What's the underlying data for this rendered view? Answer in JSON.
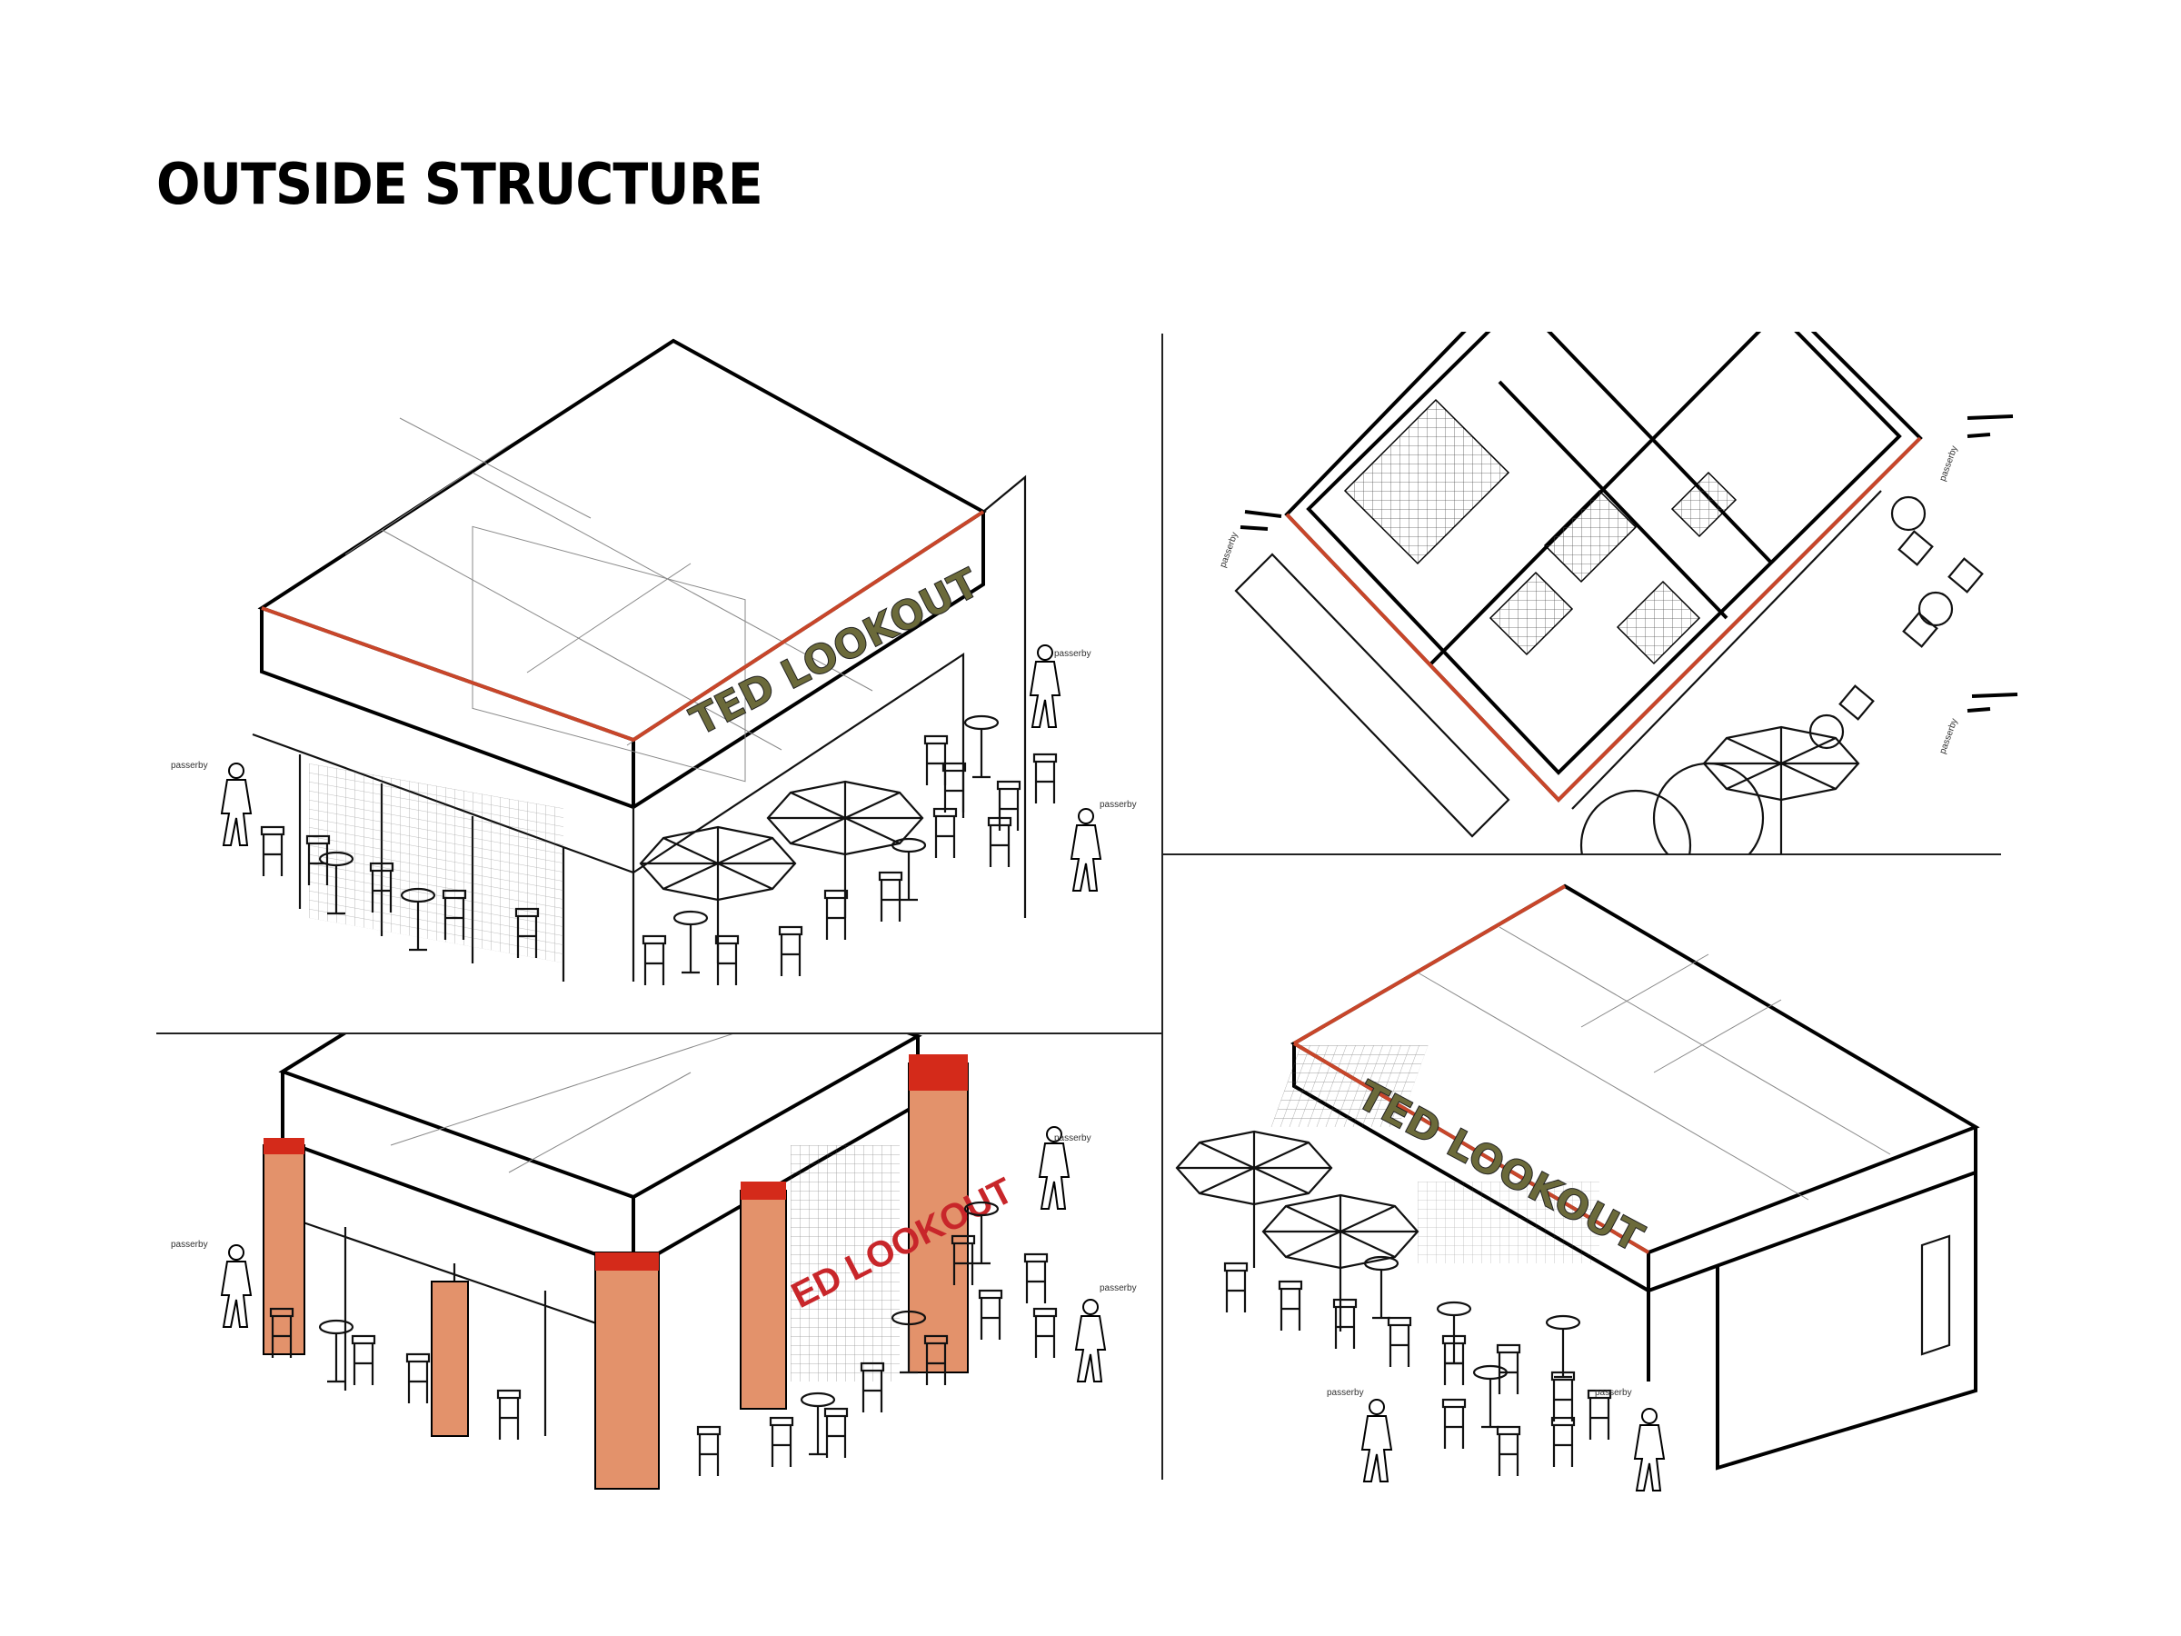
{
  "title": "OUTSIDE STRUCTURE",
  "sign_text": "TED LOOKOUT",
  "sign_text_partial": "ED LOOKOUT",
  "passerby_label": "passerby",
  "colors": {
    "accent_line": "#c8462a",
    "pillar": "#e3926b",
    "line": "#111111"
  }
}
